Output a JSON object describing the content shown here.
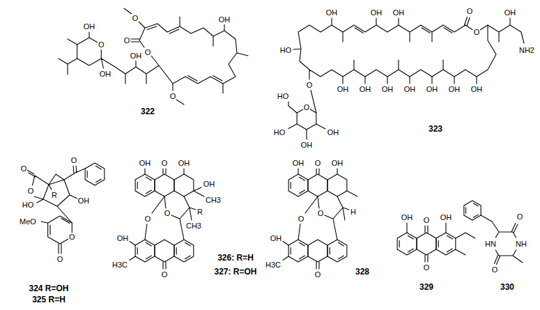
{
  "diagram": {
    "labels": [
      "OH",
      "O",
      "OH",
      "OH",
      "O",
      "O",
      "O",
      "OH",
      "O",
      "322",
      "OH",
      "OH",
      "OH",
      "O",
      "O",
      "OH",
      "NH2",
      "HO",
      "O",
      "OH",
      "OH",
      "OH",
      "OH",
      "OH",
      "OH",
      "OH",
      "O",
      "HO",
      "HO",
      "OH",
      "OH",
      "323",
      "O",
      "O",
      "O",
      "OH",
      "R",
      "HO",
      "MeO",
      "O",
      "O",
      "324 R=OH",
      "325 R=H",
      "OH",
      "O",
      "OH",
      "OH",
      "CH3",
      "O",
      "R",
      "CH3",
      "O",
      "OH",
      "H3C",
      "O",
      "326: R=H",
      "327: R=OH",
      "OH",
      "O",
      "OH",
      "O",
      "H",
      "O",
      "OH",
      "H3C",
      "O",
      "328",
      "OH",
      "O",
      "OH",
      "O",
      "329",
      "O",
      "NH",
      "HN",
      "O",
      "330"
    ]
  }
}
